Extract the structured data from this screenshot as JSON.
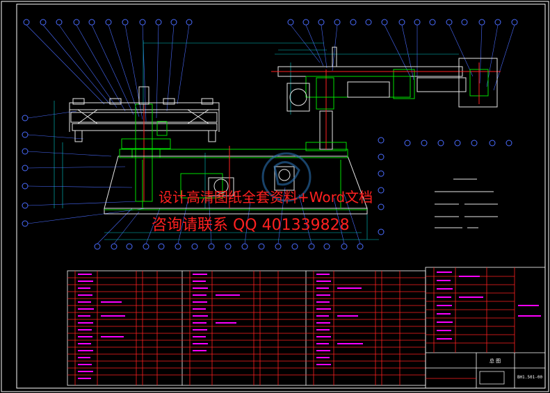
{
  "colors": {
    "background": "#000000",
    "frame": "#ffffff",
    "structure_green": "#00e000",
    "structure_white": "#e8e8e8",
    "dimension_cyan": "#00c8c8",
    "leader_blue": "#4a6cff",
    "table_magenta": "#ff00ff",
    "table_red": "#ff2020",
    "watermark_red": "#ff2020",
    "accent_yellow": "#ffff00"
  },
  "watermark": {
    "line1": "设计高清图纸全套资料+Word文档",
    "line2": "咨询请联系 QQ 401339828"
  },
  "title_block": {
    "drawing_name": "总 图",
    "drawing_number": "BH1.501-00"
  },
  "logo_icon": "watermark-logo-icon"
}
